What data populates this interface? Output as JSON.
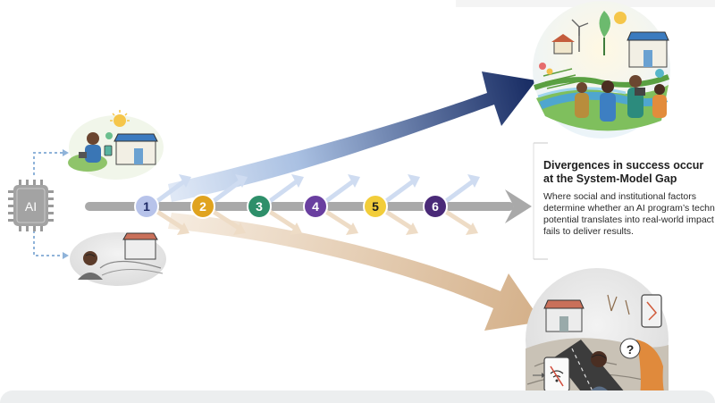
{
  "chip": {
    "label": "AI"
  },
  "nodes": [
    {
      "label": "1",
      "color": "#b7c3ea",
      "text_color": "#1e2a66"
    },
    {
      "label": "2",
      "color": "#e0a31f",
      "text_color": "#ffffff"
    },
    {
      "label": "3",
      "color": "#2e8f6a",
      "text_color": "#ffffff"
    },
    {
      "label": "4",
      "color": "#6a3fa0",
      "text_color": "#ffffff"
    },
    {
      "label": "5",
      "color": "#f2cd3a",
      "text_color": "#1e1e1e"
    },
    {
      "label": "6",
      "color": "#4a2a78",
      "text_color": "#ffffff"
    }
  ],
  "callout": {
    "title_line1": "Divergences in success occur",
    "title_line2": "at the System-Model Gap",
    "body_lines": [
      "Where social and institutional factors",
      "determine whether an AI program’s techni",
      "potential translates into real-world impact",
      "fails to deliver results."
    ]
  },
  "colors": {
    "success_arrow": "#1b2f66",
    "failure_arrow": "#d9b993",
    "main_arrow": "#a9a9a9",
    "dashed_connector": "#8fb3d9"
  },
  "illustrations": {
    "prosperous_community": "thriving-farm-community-illustration",
    "struggling_community": "drought-community-illustration",
    "small_success": "small-market-illustration",
    "small_failure": "small-worried-farmer-illustration"
  }
}
